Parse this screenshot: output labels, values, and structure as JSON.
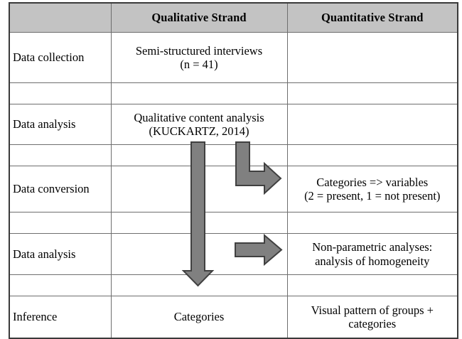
{
  "figure": {
    "type": "mixed-methods-design-matrix",
    "colors": {
      "header_background": "#c3c3c3",
      "grid_line": "#6e6e6e",
      "outer_border": "#3a3a3a",
      "arrow_fill": "#808080",
      "arrow_outline": "#404040",
      "text": "#000000",
      "page_background": "#ffffff"
    }
  },
  "table": {
    "columns": [
      {
        "key": "stage",
        "header": ""
      },
      {
        "key": "qualitative",
        "header": "Qualitative Strand"
      },
      {
        "key": "quantitative",
        "header": "Quantitative Strand"
      }
    ],
    "rows": [
      {
        "stage": "Data collection",
        "qualitative": [
          "Semi-structured interviews",
          "(n = 41)"
        ],
        "quantitative": []
      },
      {
        "stage": "Data analysis",
        "qualitative": [
          "Qualitative content analysis",
          "(KUCKARTZ, 2014)"
        ],
        "quantitative": []
      },
      {
        "stage": "Data conversion",
        "qualitative": [],
        "quantitative": [
          "Categories => variables",
          "(2 = present, 1 = not present)"
        ]
      },
      {
        "stage": "Data analysis",
        "qualitative": [],
        "quantitative": [
          "Non-parametric analyses:",
          "analysis of homogeneity"
        ]
      },
      {
        "stage": "Inference",
        "qualitative": [
          "Categories"
        ],
        "quantitative": [
          "Visual pattern of groups +",
          "categories"
        ]
      }
    ]
  },
  "arrows": [
    {
      "name": "qualitative-continuation-arrow",
      "direction": "down",
      "from": "Data analysis (qualitative)",
      "to": "Inference (qualitative)"
    },
    {
      "name": "data-conversion-arrow",
      "direction": "down-then-right",
      "from": "Qualitative content analysis",
      "to": "Categories => variables"
    },
    {
      "name": "quantitative-analysis-arrow",
      "direction": "right",
      "from": "Qualitative strand",
      "to": "Non-parametric analyses"
    }
  ]
}
